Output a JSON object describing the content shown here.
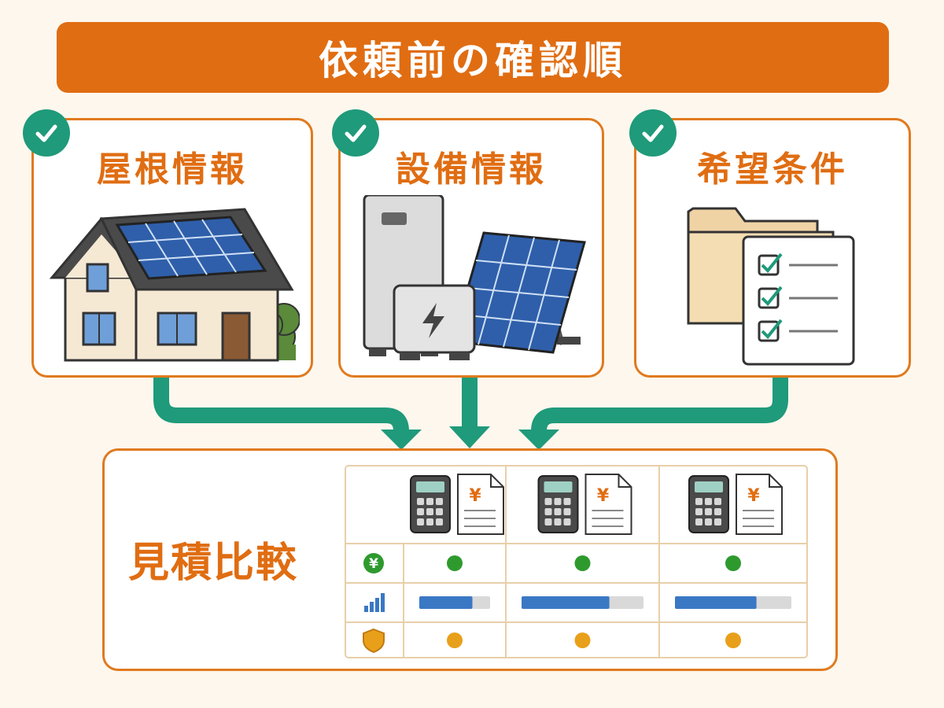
{
  "title": "依頼前の確認順",
  "colors": {
    "accent": "#e06d12",
    "check_green": "#1f9a7a",
    "dot_green": "#2e9a2e",
    "dot_orange": "#e8a01a",
    "bar_blue": "#3a78c4"
  },
  "inputs": [
    {
      "label": "屋根情報",
      "icon": "house-with-solar-roof"
    },
    {
      "label": "設備情報",
      "icon": "battery-and-solar-panel"
    },
    {
      "label": "希望条件",
      "icon": "folder-checklist"
    }
  ],
  "comparison": {
    "label": "見積比較",
    "row_icons": [
      "yen-icon",
      "signal-bars-icon",
      "shield-icon"
    ],
    "quotes": [
      {
        "price": "good",
        "performance": 0.75,
        "warranty": "fair"
      },
      {
        "price": "good",
        "performance": 0.72,
        "warranty": "fair"
      },
      {
        "price": "good",
        "performance": 0.7,
        "warranty": "fair"
      }
    ],
    "yen_symbol": "¥"
  }
}
